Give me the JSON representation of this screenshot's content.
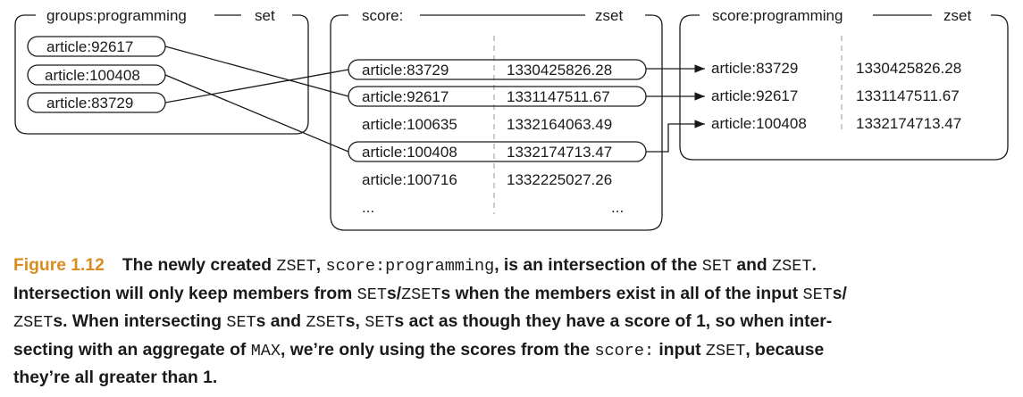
{
  "groups_box": {
    "title": "groups:programming",
    "type": "set",
    "members": [
      "article:92617",
      "article:100408",
      "article:83729"
    ]
  },
  "score_box": {
    "title": "score:",
    "type": "zset",
    "rows": [
      {
        "member": "article:83729",
        "score": "1330425826.28"
      },
      {
        "member": "article:92617",
        "score": "1331147511.67"
      },
      {
        "member": "article:100635",
        "score": "1332164063.49"
      },
      {
        "member": "article:100408",
        "score": "1332174713.47"
      },
      {
        "member": "article:100716",
        "score": "1332225027.26"
      },
      {
        "member": "...",
        "score": "..."
      }
    ]
  },
  "result_box": {
    "title": "score:programming",
    "type": "zset",
    "rows": [
      {
        "member": "article:83729",
        "score": "1330425826.28"
      },
      {
        "member": "article:92617",
        "score": "1331147511.67"
      },
      {
        "member": "article:100408",
        "score": "1332174713.47"
      }
    ]
  },
  "colors": {
    "caption_label": "#d98c20",
    "line": "#1a1a1a",
    "dash": "#999999"
  },
  "caption": {
    "label": "Figure 1.12",
    "lines": [
      [
        {
          "t": "The newly created "
        },
        {
          "c": "ZSET"
        },
        {
          "t": ", "
        },
        {
          "c": "score:programming"
        },
        {
          "t": ", is an intersection of the "
        },
        {
          "c": "SET"
        },
        {
          "t": " and "
        },
        {
          "c": "ZSET"
        },
        {
          "t": "."
        }
      ],
      [
        {
          "t": "Intersection will only keep members from "
        },
        {
          "c": "SET"
        },
        {
          "t": "s/"
        },
        {
          "c": "ZSET"
        },
        {
          "t": "s when the members exist in all of the input "
        },
        {
          "c": "SET"
        },
        {
          "t": "s/"
        }
      ],
      [
        {
          "c": "ZSET"
        },
        {
          "t": "s. When intersecting "
        },
        {
          "c": "SET"
        },
        {
          "t": "s and "
        },
        {
          "c": "ZSET"
        },
        {
          "t": "s, "
        },
        {
          "c": "SET"
        },
        {
          "t": "s act as though they have a score of 1, so when inter-"
        }
      ],
      [
        {
          "t": "secting with an aggregate of "
        },
        {
          "c": "MAX"
        },
        {
          "t": ", we’re only using the scores from the "
        },
        {
          "c": "score:"
        },
        {
          "t": " input "
        },
        {
          "c": "ZSET"
        },
        {
          "t": ", because"
        }
      ],
      [
        {
          "t": "they’re all greater than 1."
        }
      ]
    ]
  }
}
